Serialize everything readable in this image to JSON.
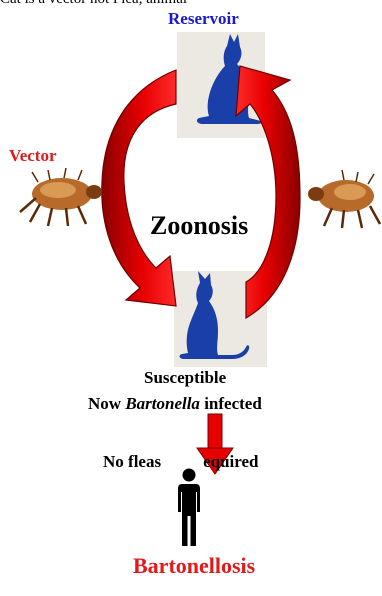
{
  "caption": "Cat is a vector not Flea, animal",
  "labels": {
    "reservoir": "Reservoir",
    "vector": "Vector",
    "zoonosis": "Zoonosis",
    "susceptible": "Susceptible",
    "infected_prefix": "Now ",
    "infected_italic": "Bartonella",
    "infected_suffix": " infected",
    "no_fleas": "No fleas",
    "required": "equired",
    "disease": "Bartonellosis"
  },
  "colors": {
    "reservoir": "#1a1ad0",
    "vector": "#e11b1b",
    "arrow_red": "#e60000",
    "arrow_dark": "#8a0000",
    "cat_blue": "#1b3fa8",
    "disease": "#e11b1b"
  },
  "icons": [
    "cat-silhouette-icon",
    "flea-icon",
    "person-icon",
    "circular-arrow-icon",
    "down-arrow-icon"
  ]
}
